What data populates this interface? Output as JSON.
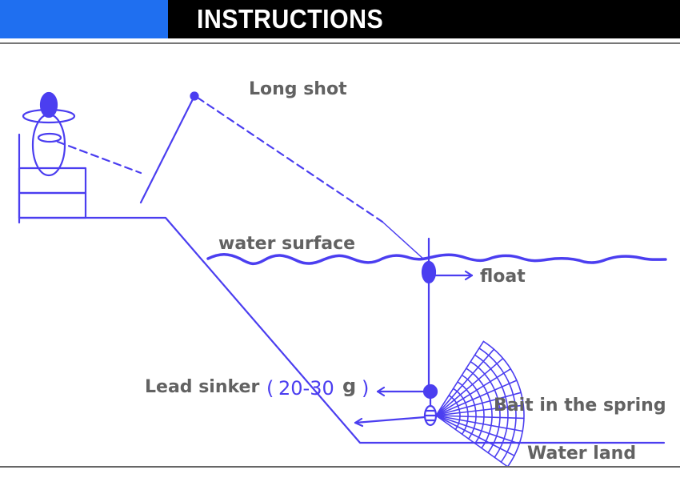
{
  "header": {
    "title": "INSTRUCTIONS",
    "accent_color": "#1f6ff0",
    "bar_color": "#000000"
  },
  "diagram": {
    "stroke_color": "#4b3ef0",
    "label_color": "#626262",
    "labels": {
      "long_shot": "Long shot",
      "water_surface": "water surface",
      "float": "float",
      "lead_sinker": "Lead sinker",
      "lead_sinker_weight_open": "(",
      "lead_sinker_weight_value": "20-30",
      "lead_sinker_weight_unit": "g",
      "lead_sinker_weight_close": ")",
      "bait": "Bait in the spring",
      "water_land": "Water land"
    },
    "icons": {
      "angler": "seated-angler-figure",
      "rod": "fishing-rod",
      "float": "float-bobber",
      "sinker": "lead-sinker-ball",
      "bait_spring": "bait-spring-cage",
      "net": "fishing-net-fan"
    }
  }
}
